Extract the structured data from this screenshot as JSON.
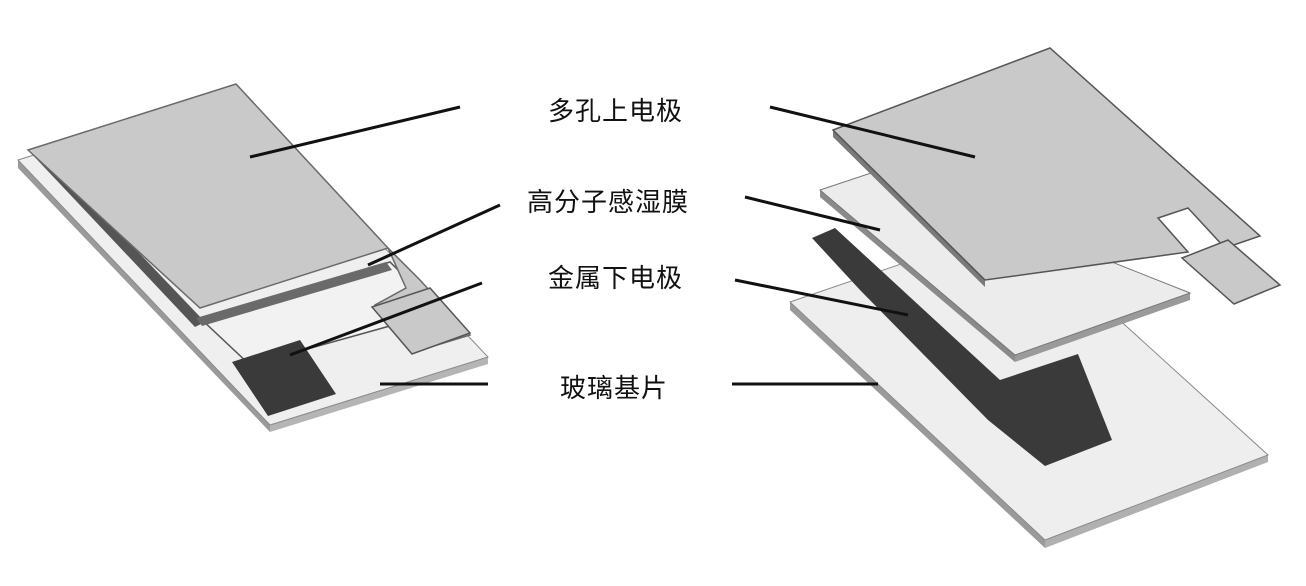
{
  "labels": {
    "porous_top_electrode": "多孔上电极",
    "polymer_humidity_film": "高分子感湿膜",
    "metal_bottom_electrode": "金属下电极",
    "glass_substrate": "玻璃基片"
  },
  "colors": {
    "top_electrode": "#c9c9c9",
    "humidity_film": "#ececec",
    "bottom_electrode": "#3a3a3a",
    "substrate": "#eeeeee",
    "substrate_edge": "#a9a9a9",
    "leader_line": "#111111"
  }
}
